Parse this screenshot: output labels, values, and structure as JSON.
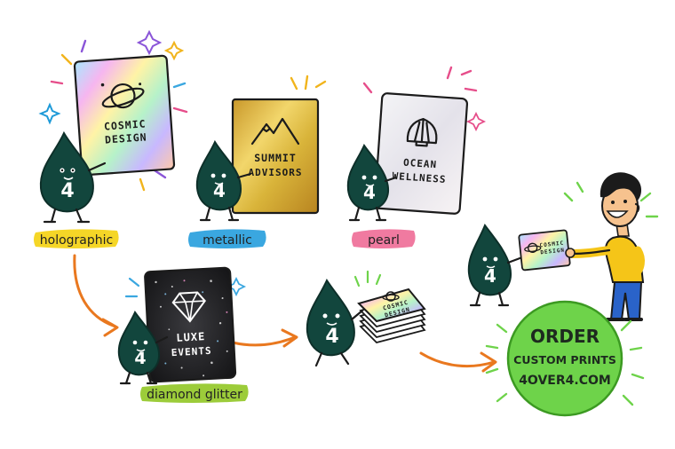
{
  "cards": {
    "holographic": {
      "line1": "COSMIC",
      "line2": "DESIGN"
    },
    "metallic": {
      "line1": "SUMMIT",
      "line2": "ADVISORS"
    },
    "pearl": {
      "line1": "OCEAN",
      "line2": "WELLNESS"
    },
    "glitter": {
      "line1": "LUXE",
      "line2": "EVENTS"
    },
    "stack": {
      "line1": "COSMIC",
      "line2": "DESIGN"
    },
    "handoff": {
      "line1": "COSMIC",
      "line2": "DESIGN"
    }
  },
  "labels": {
    "holographic": "holographic",
    "metallic": "metallic",
    "pearl": "pearl",
    "glitter": "diamond glitter"
  },
  "mascot_number": "4",
  "cta": {
    "line1": "ORDER",
    "line2": "CUSTOM PRINTS",
    "line3": "4OVER4.COM"
  },
  "icons": {
    "holographic": "planet-icon",
    "metallic": "mountain-icon",
    "pearl": "seashell-icon",
    "glitter": "diamond-icon"
  },
  "colors": {
    "mascot": "#12463d",
    "label_holographic": "#f5d627",
    "label_metallic": "#3aa7e0",
    "label_pearl": "#f07aa0",
    "label_glitter": "#9ccc3a",
    "arrow": "#e9781f",
    "cta_fill": "#6ed34a",
    "gold": "#d9b43a"
  }
}
